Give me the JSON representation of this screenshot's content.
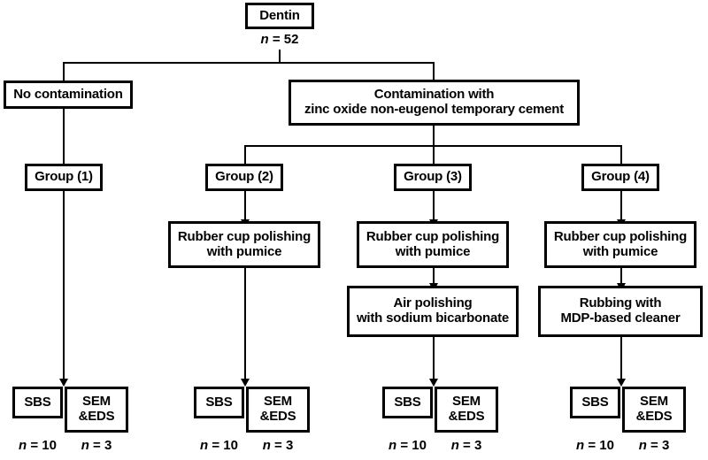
{
  "figure": {
    "type": "flowchart",
    "title": "Dentin specimen allocation flowchart",
    "orientation": "top-down",
    "stroke_color": "#000000",
    "background_color": "#ffffff"
  },
  "nodes": {
    "root": {
      "label": "Dentin",
      "count_label": "n = 52"
    },
    "branch_left": {
      "label": "No contamination"
    },
    "branch_right": {
      "label": "Contamination with\nzinc oxide non-eugenol temporary cement"
    },
    "group1": {
      "label": "Group (1)"
    },
    "group2": {
      "label": "Group (2)"
    },
    "group3": {
      "label": "Group (3)"
    },
    "group4": {
      "label": "Group (4)"
    },
    "treat_g2_1": {
      "label": "Rubber cup polishing\nwith pumice"
    },
    "treat_g3_1": {
      "label": "Rubber cup polishing\nwith pumice"
    },
    "treat_g3_2": {
      "label": "Air polishing\nwith sodium bicarbonate"
    },
    "treat_g4_1": {
      "label": "Rubber cup polishing\nwith pumice"
    },
    "treat_g4_2": {
      "label": "Rubbing with\nMDP-based cleaner"
    },
    "outcomes": [
      {
        "group": "Group (1)",
        "sbs_label": "SBS",
        "sbs_n": "n = 10",
        "sem_label": "SEM\n&EDS",
        "sem_n": "n = 3"
      },
      {
        "group": "Group (2)",
        "sbs_label": "SBS",
        "sbs_n": "n = 10",
        "sem_label": "SEM\n&EDS",
        "sem_n": "n = 3"
      },
      {
        "group": "Group (3)",
        "sbs_label": "SBS",
        "sbs_n": "n = 10",
        "sem_label": "SEM\n&EDS",
        "sem_n": "n = 3"
      },
      {
        "group": "Group (4)",
        "sbs_label": "SBS",
        "sbs_n": "n = 10",
        "sem_label": "SEM\n&EDS",
        "sem_n": "n = 3"
      }
    ]
  }
}
